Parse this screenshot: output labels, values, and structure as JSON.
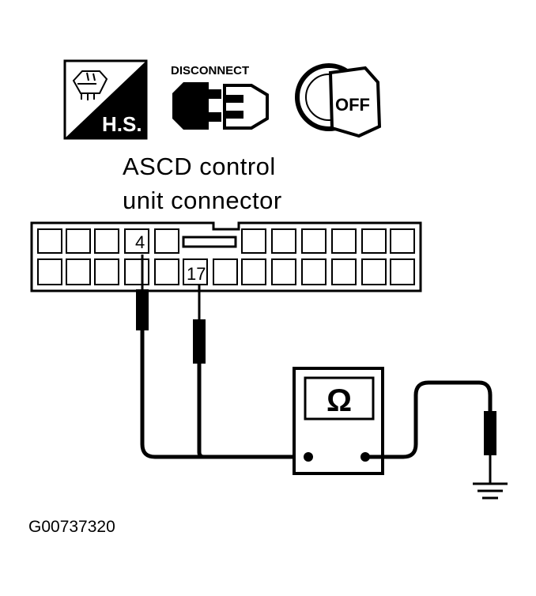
{
  "icons": {
    "hs": {
      "name": "hs-icon",
      "label": "H.S."
    },
    "disconnect": {
      "name": "disconnect-icon",
      "label": "DISCONNECT"
    },
    "ignition": {
      "name": "ignition-off-icon",
      "label": "OFF"
    }
  },
  "connector_title": [
    "ASCD control",
    "unit connector"
  ],
  "pins": {
    "upper": "4",
    "lower": "17"
  },
  "meter": {
    "symbol": "Ω",
    "icon": "ohmmeter-icon"
  },
  "ground_icon": "ground-icon",
  "figure_id": "G00737320",
  "colors": {
    "ink": "#000000",
    "paper": "#ffffff"
  }
}
